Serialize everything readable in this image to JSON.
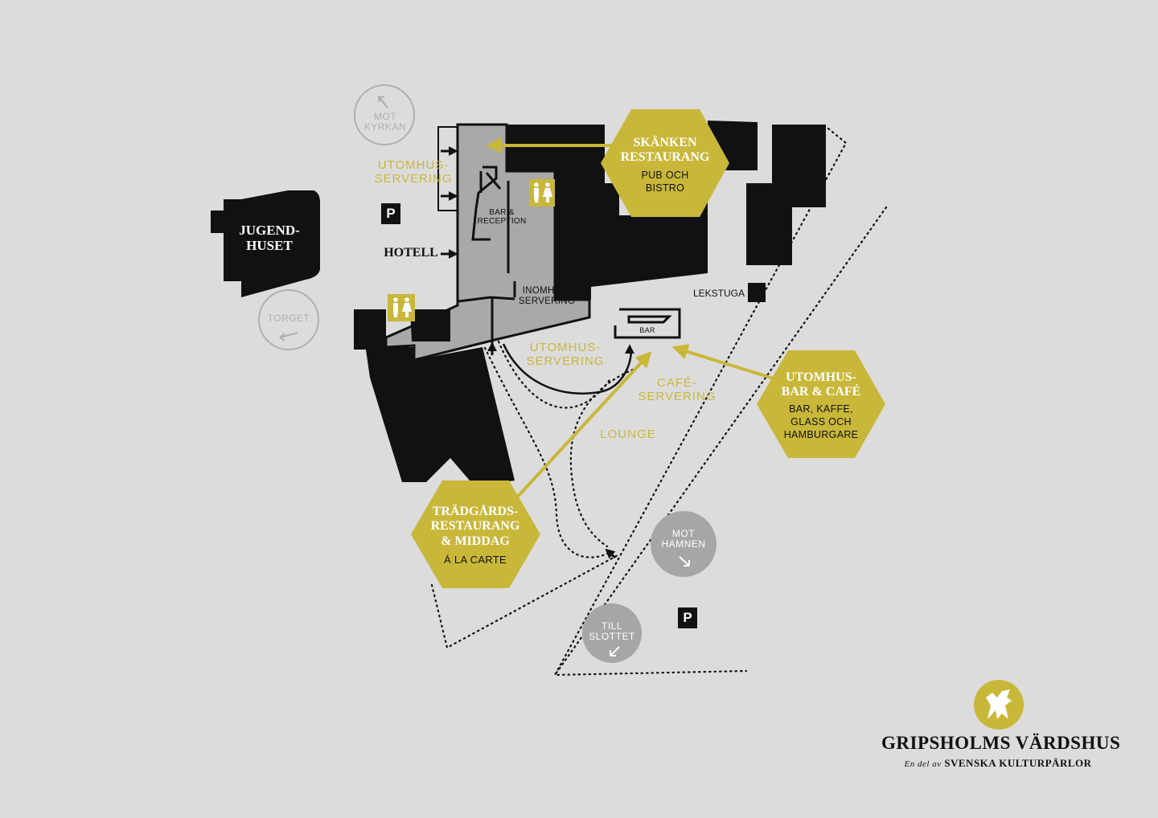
{
  "colors": {
    "background": "#dcdcdc",
    "building": "#111111",
    "interior": "#a9a9a9",
    "accent": "#c9b73a",
    "circle_grey": "#a6a6a6"
  },
  "labels": {
    "utomhus_servering_top": [
      "UTOMHUS-",
      "SERVERING"
    ],
    "bar_reception": [
      "BAR &",
      "RECEPTION"
    ],
    "hotell": "HOTELL",
    "inomhus_servering": [
      "INOMHUS-",
      "SERVERING"
    ],
    "jugendhuset": [
      "JUGEND-",
      "HUSET"
    ],
    "lekstuga": "LEKSTUGA",
    "bar": "BAR",
    "utomhus_servering_mid": [
      "UTOMHUS-",
      "SERVERING"
    ],
    "cafe_servering": [
      "CAFÉ-",
      "SERVERING"
    ],
    "lounge": "LOUNGE",
    "parking": "P"
  },
  "hexagons": {
    "skanken": {
      "title": [
        "SKÄNKEN",
        "RESTAURANG"
      ],
      "subtitle": [
        "PUB OCH",
        "BISTRO"
      ]
    },
    "utomhus_bar": {
      "title": [
        "UTOMHUS-",
        "BAR & CAFÉ"
      ],
      "subtitle": [
        "BAR, KAFFE,",
        "GLASS OCH",
        "HAMBURGARE"
      ]
    },
    "tradgards": {
      "title": [
        "TRÄDGÅRDS-",
        "RESTAURANG",
        "& MIDDAG"
      ],
      "subtitle": [
        "Á LA CARTE"
      ]
    }
  },
  "directions": {
    "mot_kyrkan": [
      "MOT",
      "KYRKAN"
    ],
    "torget": "TORGET",
    "mot_hamnen": [
      "MOT",
      "HAMNEN"
    ],
    "till_slottet": [
      "TILL",
      "SLOTTET"
    ]
  },
  "icons": {
    "restroom": "restroom-icon",
    "arrow": "arrow-icon",
    "logo": "griffin-logo"
  },
  "brand": {
    "name": "GRIPSHOLMS VÄRDSHUS",
    "tagline_prefix": "En del av",
    "tagline": "SVENSKA KULTURPÄRLOR"
  }
}
